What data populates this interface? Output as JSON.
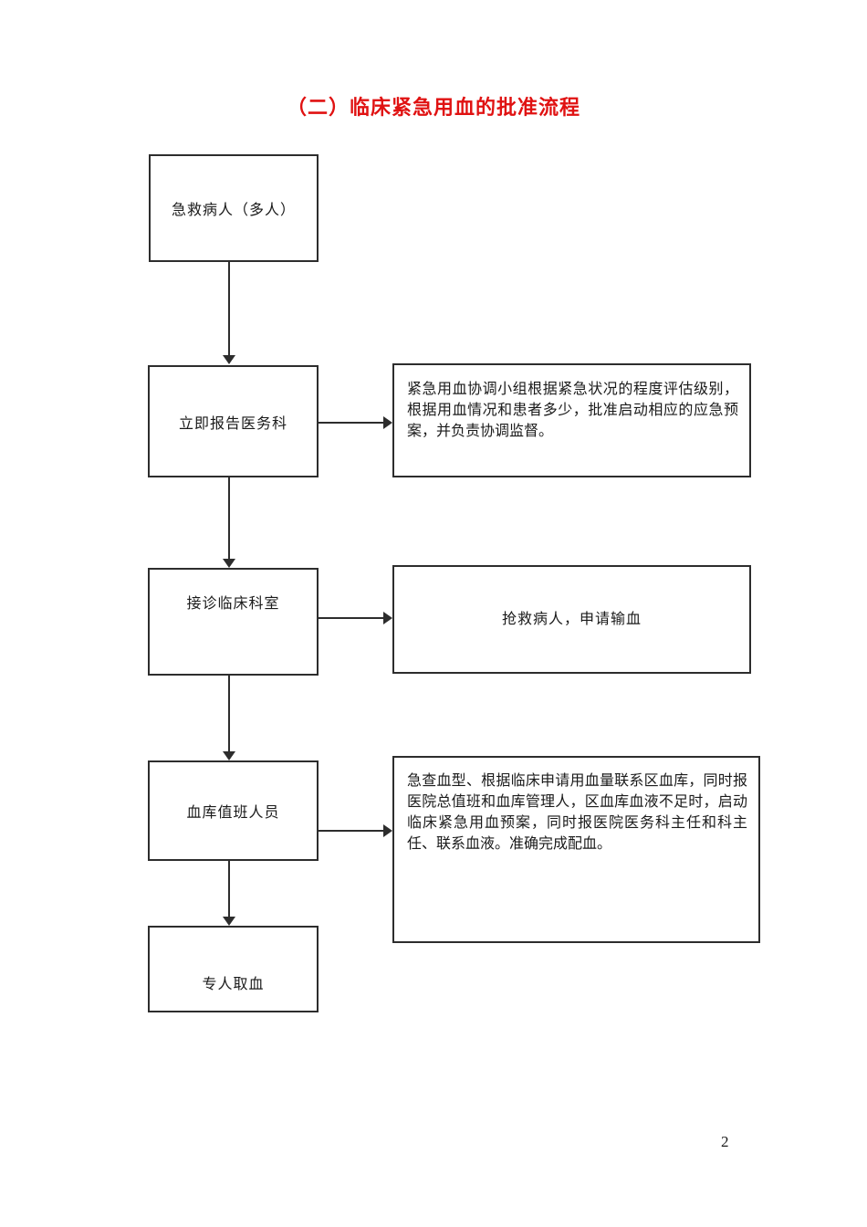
{
  "page": {
    "title": "（二）临床紧急用血的批准流程",
    "title_color": "#e01212",
    "page_number": "2"
  },
  "flowchart": {
    "nodes": [
      {
        "id": "node-1",
        "label": "急救病人（多人）"
      },
      {
        "id": "node-2",
        "label": "立即报告医务科"
      },
      {
        "id": "node-3",
        "label": "接诊临床科室"
      },
      {
        "id": "node-4",
        "label": "血库值班人员"
      },
      {
        "id": "node-5",
        "label": "专人取血"
      }
    ],
    "annotations": [
      {
        "id": "note-1",
        "text": "紧急用血协调小组根据紧急状况的程度评估级别，根据用血情况和患者多少，批准启动相应的应急预案，并负责协调监督。"
      },
      {
        "id": "note-2",
        "text": "抢救病人，申请输血"
      },
      {
        "id": "note-3",
        "text": "急查血型、根据临床申请用血量联系区血库，同时报医院总值班和血库管理人，区血库血液不足时，启动临床紧急用血预案，同时报医院医务科主任和科主任、联系血液。准确完成配血。"
      }
    ]
  }
}
